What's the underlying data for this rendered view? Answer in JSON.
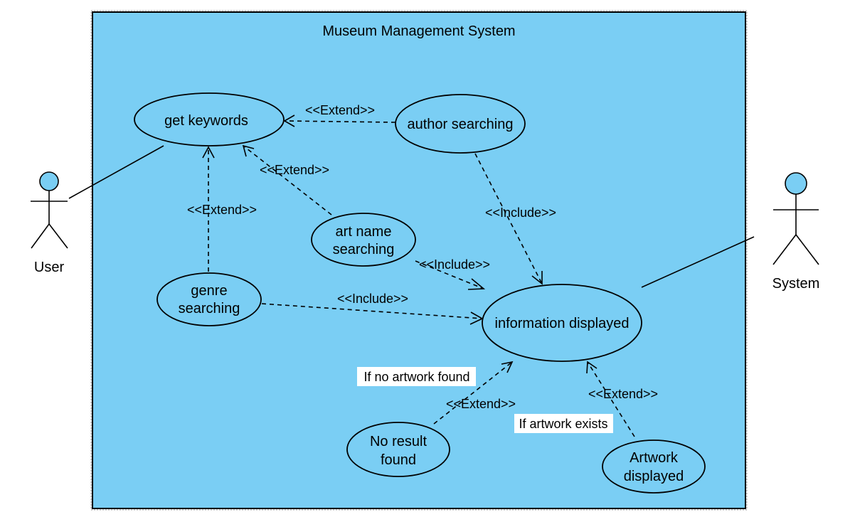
{
  "system": {
    "title": "Museum Management System"
  },
  "actors": {
    "user": {
      "name": "User"
    },
    "system": {
      "name": "System"
    }
  },
  "use_cases": {
    "get_keywords": {
      "lines": [
        "get keywords"
      ]
    },
    "author_searching": {
      "lines": [
        "author searching"
      ]
    },
    "art_name_searching": {
      "lines": [
        "art name",
        "searching"
      ]
    },
    "genre_searching": {
      "lines": [
        "genre",
        "searching"
      ]
    },
    "information_displayed": {
      "lines": [
        "information displayed"
      ]
    },
    "no_result_found": {
      "lines": [
        "No result",
        "found"
      ]
    },
    "artwork_displayed": {
      "lines": [
        "Artwork",
        "displayed"
      ]
    }
  },
  "relationships": {
    "author_extend": {
      "label": "<<Extend>>"
    },
    "artname_extend": {
      "label": "<<Extend>>"
    },
    "genre_extend": {
      "label": "<<Extend>>"
    },
    "author_include": {
      "label": "<<Include>>"
    },
    "artname_include": {
      "label": "<<Include>>"
    },
    "genre_include": {
      "label": "<<Include>>"
    },
    "noresult_extend": {
      "label": "<<Extend>>",
      "condition": "If no artwork found"
    },
    "artwork_extend": {
      "label": "<<Extend>>",
      "condition": "If artwork exists"
    }
  },
  "colors": {
    "fill": "#7acef4",
    "stroke": "#000000"
  }
}
